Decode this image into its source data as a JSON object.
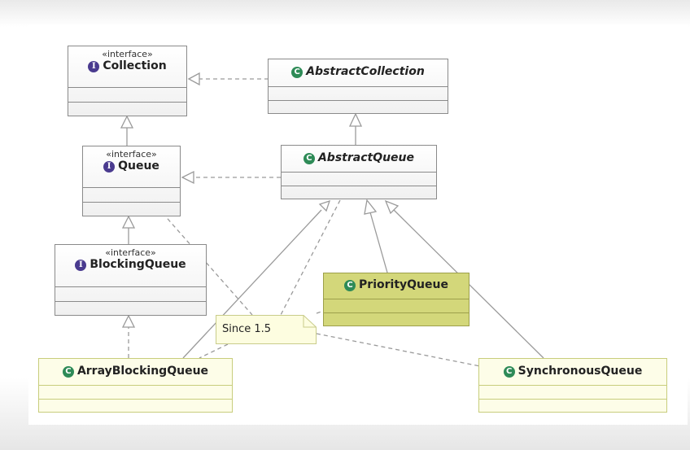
{
  "diagram": {
    "nodes": {
      "collection": {
        "stereotype": "«interface»",
        "name": "Collection",
        "icon": "I",
        "kind": "interface"
      },
      "abstract_collection": {
        "stereotype": "",
        "name": "AbstractCollection",
        "icon": "C",
        "kind": "abstract-class"
      },
      "queue": {
        "stereotype": "«interface»",
        "name": "Queue",
        "icon": "I",
        "kind": "interface"
      },
      "abstract_queue": {
        "stereotype": "",
        "name": "AbstractQueue",
        "icon": "C",
        "kind": "abstract-class"
      },
      "blocking_queue": {
        "stereotype": "«interface»",
        "name": "BlockingQueue",
        "icon": "I",
        "kind": "interface"
      },
      "priority_queue": {
        "stereotype": "",
        "name": "PriorityQueue",
        "icon": "C",
        "kind": "class"
      },
      "array_blocking_queue": {
        "stereotype": "",
        "name": "ArrayBlockingQueue",
        "icon": "C",
        "kind": "class"
      },
      "synchronous_queue": {
        "stereotype": "",
        "name": "SynchronousQueue",
        "icon": "C",
        "kind": "class"
      }
    },
    "note": {
      "text": "Since 1.5"
    },
    "edges": [
      {
        "from": "abstract_collection",
        "to": "collection",
        "type": "realization"
      },
      {
        "from": "queue",
        "to": "collection",
        "type": "generalization"
      },
      {
        "from": "abstract_queue",
        "to": "abstract_collection",
        "type": "generalization"
      },
      {
        "from": "abstract_queue",
        "to": "queue",
        "type": "realization"
      },
      {
        "from": "blocking_queue",
        "to": "queue",
        "type": "generalization"
      },
      {
        "from": "array_blocking_queue",
        "to": "blocking_queue",
        "type": "realization"
      },
      {
        "from": "array_blocking_queue",
        "to": "abstract_queue",
        "type": "generalization"
      },
      {
        "from": "priority_queue",
        "to": "abstract_queue",
        "type": "generalization"
      },
      {
        "from": "synchronous_queue",
        "to": "abstract_queue",
        "type": "generalization"
      }
    ],
    "colors": {
      "line": "#9a9a9a",
      "interface_icon": "#4a3b8f",
      "class_icon": "#2e8b57",
      "highlight_fill": "#d3d77a",
      "light_fill": "#fdfde8",
      "note_fill": "#fdfde0"
    }
  }
}
